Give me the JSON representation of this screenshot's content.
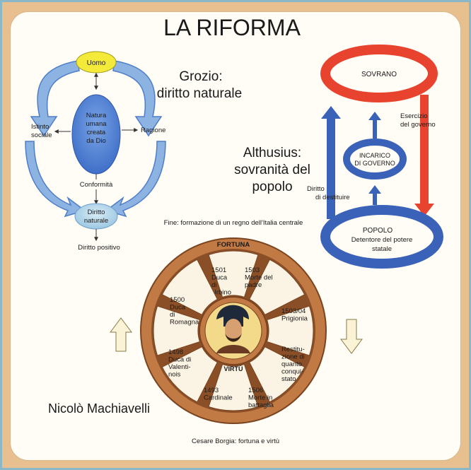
{
  "title": "LA RIFORMA",
  "grozio": {
    "heading_line1": "Grozio:",
    "heading_line2": "diritto naturale",
    "uomo": "Uomo",
    "natura_lines": [
      "Natura",
      "umana",
      "creata",
      "da Dio"
    ],
    "istinto_lines": [
      "Istinto",
      "sociale"
    ],
    "ragione": "Ragione",
    "conformita": "Conformità",
    "diritto_naturale_lines": [
      "Diritto",
      "naturale"
    ],
    "diritto_positivo": "Diritto positivo"
  },
  "althusius": {
    "heading_line1": "Althusius:",
    "heading_line2": "sovranità del",
    "heading_line3": "popolo",
    "sovrano": "SOVRANO",
    "esercizio_lines": [
      "Esercizio",
      "del governo"
    ],
    "incarico_lines": [
      "INCARICO",
      "DI GOVERNO"
    ],
    "destituire_lines": [
      "Diritto",
      "di destituire"
    ],
    "popolo_lines": [
      "POPOLO",
      "Detentore del potere",
      "statale"
    ]
  },
  "machiavelli": {
    "fine_caption": "Fine: formazione di un regno dell'Italia centrale",
    "fortuna": "FORTUNA",
    "virtu": "VIRTÙ",
    "author": "Nicolò Machiavelli",
    "bottom_caption": "Cesare Borgia: fortuna e virtù",
    "segments": [
      {
        "lines": [
          "1501",
          "Duca",
          "di",
          "Urbino"
        ]
      },
      {
        "lines": [
          "1503",
          "Morte del",
          "padre"
        ]
      },
      {
        "lines": [
          "1503/04",
          "Prigionia"
        ]
      },
      {
        "lines": [
          "Restitu-",
          "zione di",
          "quanto",
          "conqui-",
          "stato"
        ]
      },
      {
        "lines": [
          "1506",
          "Morte in",
          "battaglia"
        ]
      },
      {
        "lines": [
          "1493",
          "Cardinale"
        ]
      },
      {
        "lines": [
          "1498",
          "Duca di",
          "Valenti-",
          "nois"
        ]
      },
      {
        "lines": [
          "1500",
          "Duca",
          "di",
          "Romagna"
        ]
      }
    ]
  },
  "colors": {
    "red": "#e8432f",
    "blue": "#3a62b8",
    "light_blue": "#6e9fe0",
    "yellow": "#f4ea3a",
    "wheel_brown": "#c27a45",
    "wheel_cream": "#fbf3e3"
  }
}
